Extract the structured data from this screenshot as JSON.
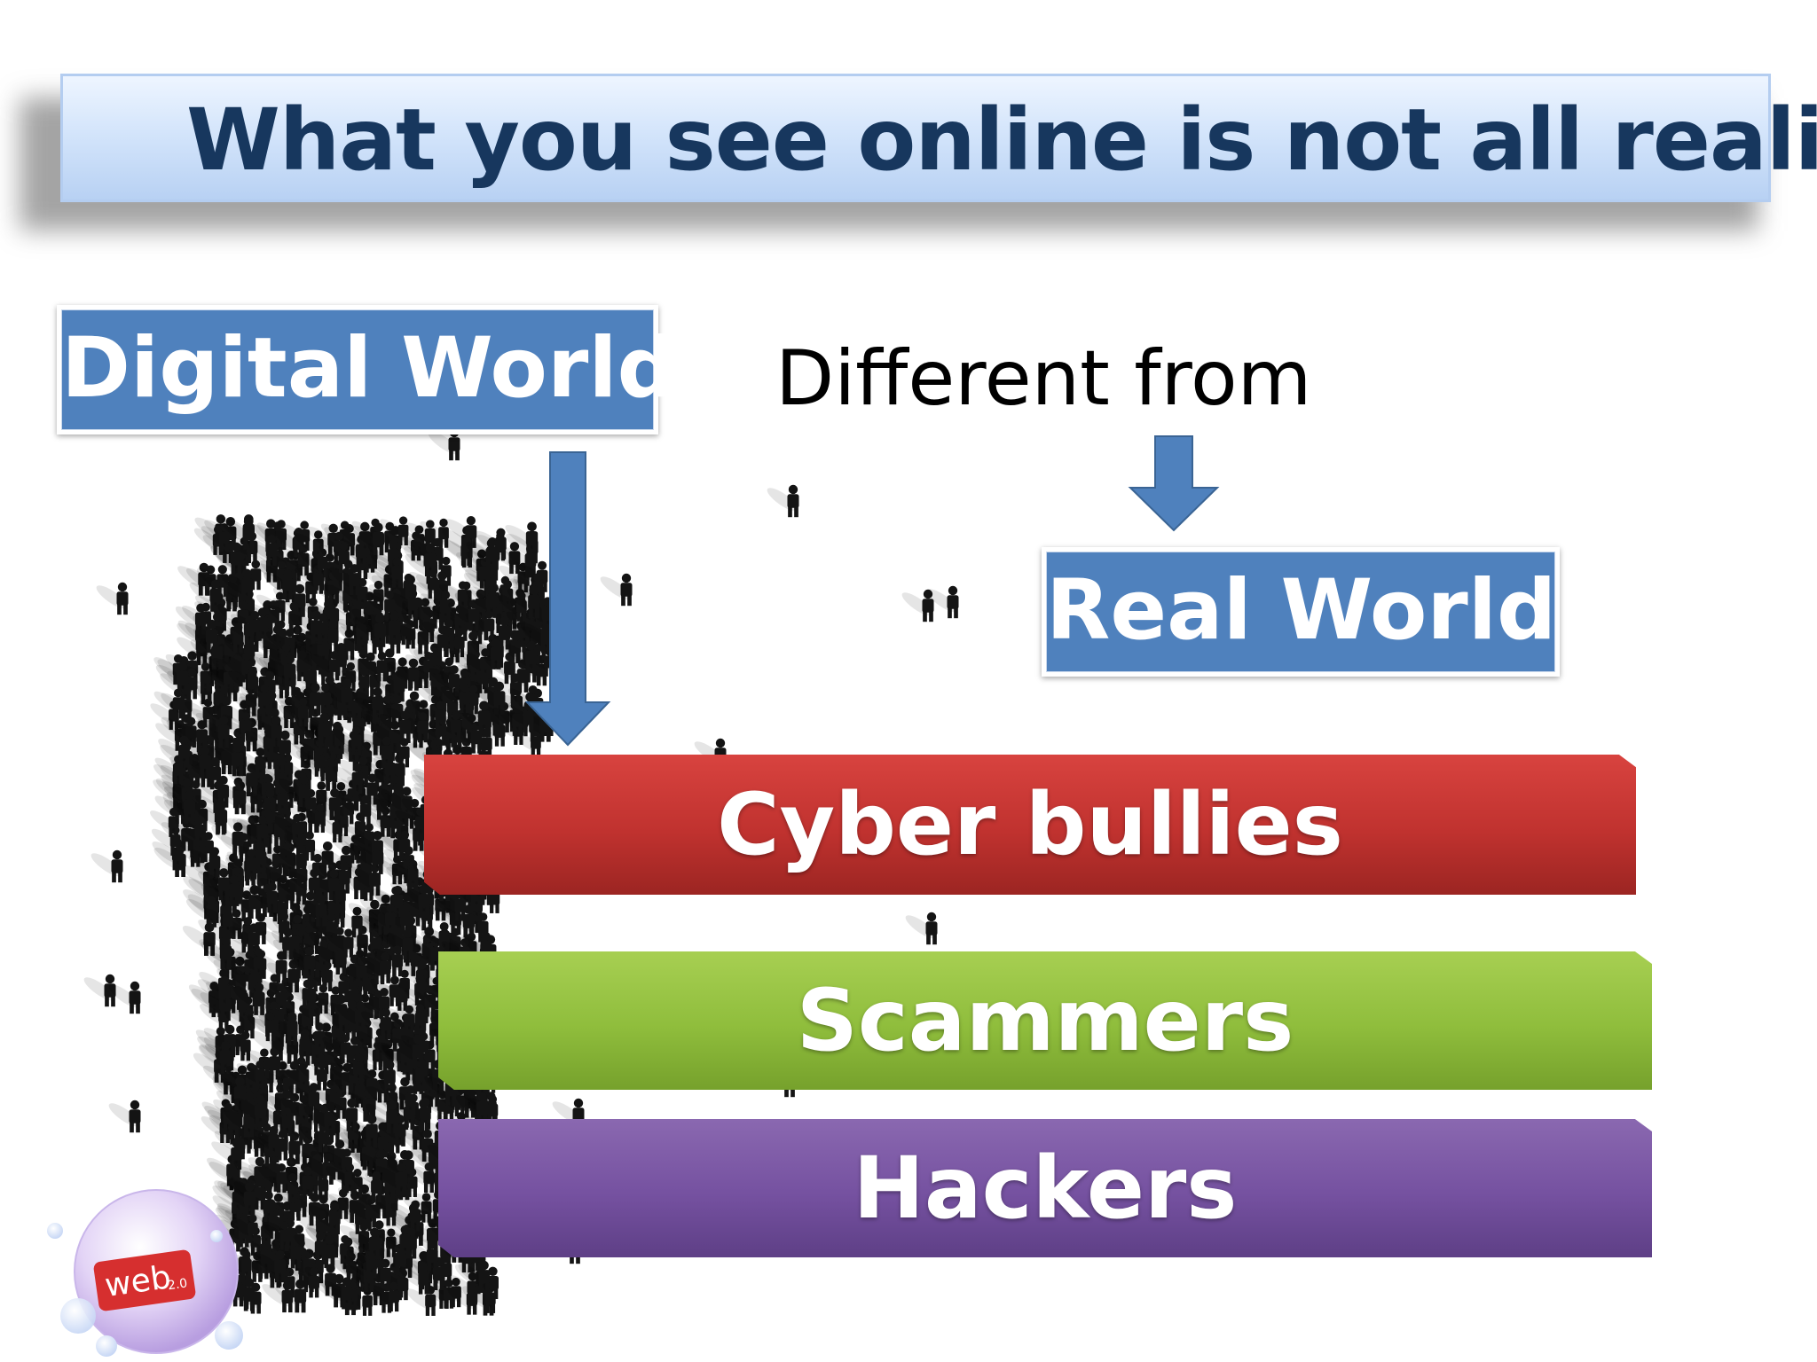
{
  "slide": {
    "title": "What you see online is not all reality",
    "digital_world_label": "Digital World",
    "different_from_label": "Different from",
    "real_world_label": "Real World",
    "bars": [
      {
        "label": "Cyber bullies",
        "color": "#c0322f"
      },
      {
        "label": "Scammers",
        "color": "#8fbd3c"
      },
      {
        "label": "Hackers",
        "color": "#7551a0"
      }
    ],
    "logo_text": "web",
    "logo_superscript": "2.0",
    "colors": {
      "title_text": "#17375e",
      "label_box": "#4f81bd",
      "arrow": "#4f81bd",
      "crowd": "#141414"
    }
  }
}
